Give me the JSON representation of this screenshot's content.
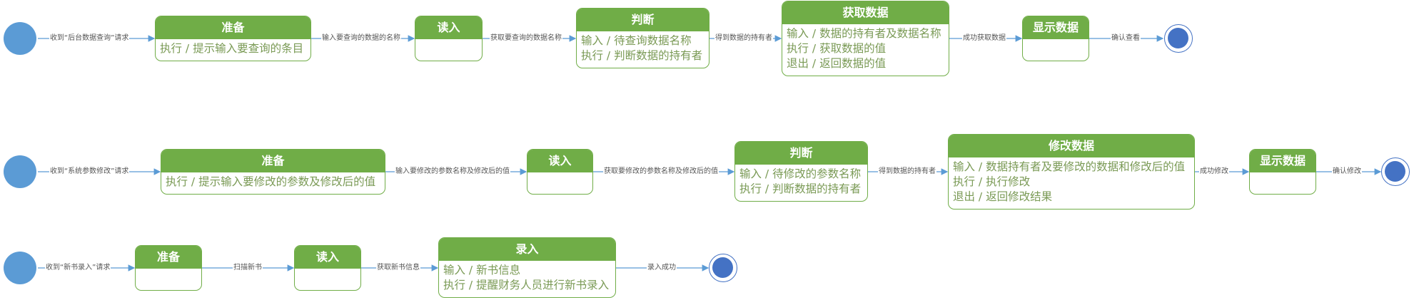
{
  "colors": {
    "state_fill": "#70ad47",
    "state_text": "#7a9a55",
    "start": "#5b9bd5",
    "end": "#4472c4",
    "arrow": "#5b9bd5"
  },
  "row1": {
    "t_start": "收到“后台数据查询”请求",
    "s_prepare": {
      "title": "准备",
      "lines": [
        "执行 / 提示输入要查询的条目"
      ]
    },
    "t_prepare_read": "输入要查询的数据的名称",
    "s_read": {
      "title": "读入"
    },
    "t_read_judge": "获取要查询的数据名称",
    "s_judge": {
      "title": "判断",
      "lines": [
        "输入 / 待查询数据名称",
        "执行 / 判断数据的持有者"
      ]
    },
    "t_judge_get": "得到数据的持有者",
    "s_get": {
      "title": "获取数据",
      "lines": [
        "输入 / 数据的持有者及数据名称",
        "执行 / 获取数据的值",
        "退出 / 返回数据的值"
      ]
    },
    "t_get_show": "成功获取数据",
    "s_show": {
      "title": "显示数据"
    },
    "t_show_end": "确认查看"
  },
  "row2": {
    "t_start": "收到“系统参数修改”请求",
    "s_prepare": {
      "title": "准备",
      "lines": [
        "执行 / 提示输入要修改的参数及修改后的值"
      ]
    },
    "t_prepare_read": "输入要修改的参数名称及修改后的值",
    "s_read": {
      "title": "读入"
    },
    "t_read_judge": "获取要修改的参数名称及修改后的值",
    "s_judge": {
      "title": "判断",
      "lines": [
        "输入 / 待修改的参数名称",
        "执行 / 判断数据的持有者"
      ]
    },
    "t_judge_modify": "得到数据的持有者",
    "s_modify": {
      "title": "修改数据",
      "lines": [
        "输入 / 数据持有者及要修改的数据和修改后的值",
        "执行 / 执行修改",
        "退出 / 返回修改结果"
      ]
    },
    "t_modify_show": "成功修改",
    "s_show": {
      "title": "显示数据"
    },
    "t_show_end": "确认修改"
  },
  "row3": {
    "t_start": "收到“新书录入”请求",
    "s_prepare": {
      "title": "准备"
    },
    "t_prepare_read": "扫描新书",
    "s_read": {
      "title": "读入"
    },
    "t_read_enter": "获取新书信息",
    "s_enter": {
      "title": "录入",
      "lines": [
        "输入 / 新书信息",
        "执行 / 提醒财务人员进行新书录入"
      ]
    },
    "t_enter_end": "录入成功"
  }
}
